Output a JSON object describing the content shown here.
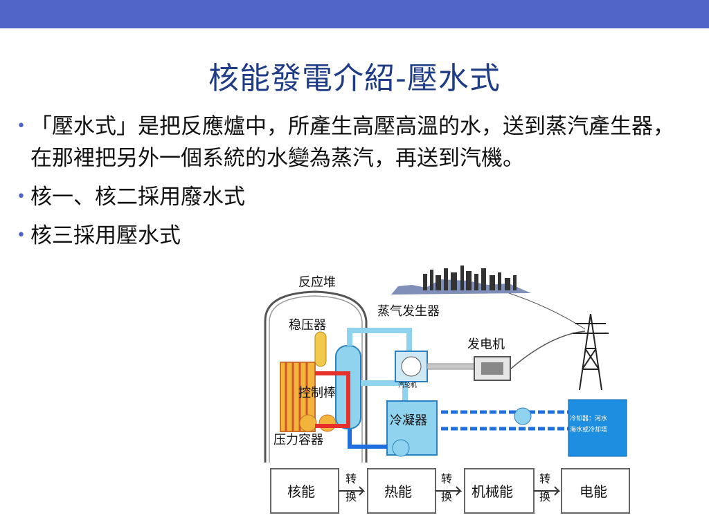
{
  "slide": {
    "title": "核能發電介紹-壓水式",
    "bullets": [
      "「壓水式」是把反應爐中，所產生高壓高溫的水，送到蒸汽產生器，在那裡把另外一個系統的水變為蒸汽，再送到汽機。",
      "核一、核二採用廢水式",
      "核三採用壓水式"
    ]
  },
  "diagram": {
    "reactor_label": "反应堆",
    "pressurizer_label": "稳压器",
    "control_rod_label": "控制棒",
    "vessel_label": "压力容器",
    "steam_gen_label": "蒸气发生器",
    "turbine_label": "汽轮机",
    "generator_label": "发电机",
    "condenser_label": "冷凝器",
    "cooling_label_1": "冷却器：河水",
    "cooling_label_2": "海水或冷却塔",
    "chain": [
      "核能",
      "热能",
      "机械能",
      "电能"
    ],
    "arrow_label_top": "转",
    "arrow_label_bottom": "换",
    "colors": {
      "hot": "#e8302a",
      "cool": "#1f6fe0",
      "steam": "#8fd3ef",
      "cooling_box": "#1e8fe0",
      "core": "#f2b43a"
    }
  }
}
